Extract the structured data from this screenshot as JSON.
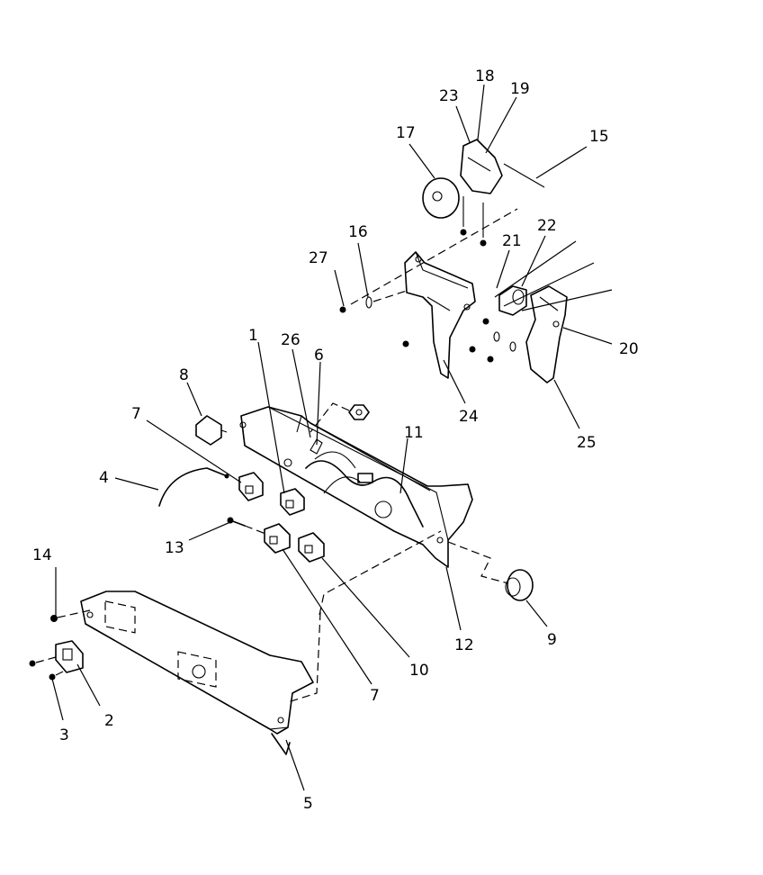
{
  "callouts": [
    "1",
    "2",
    "3",
    "4",
    "5",
    "6",
    "7",
    "7",
    "8",
    "9",
    "10",
    "11",
    "12",
    "13",
    "14",
    "15",
    "16",
    "17",
    "18",
    "19",
    "20",
    "21",
    "22",
    "23",
    "24",
    "25",
    "26",
    "27"
  ]
}
